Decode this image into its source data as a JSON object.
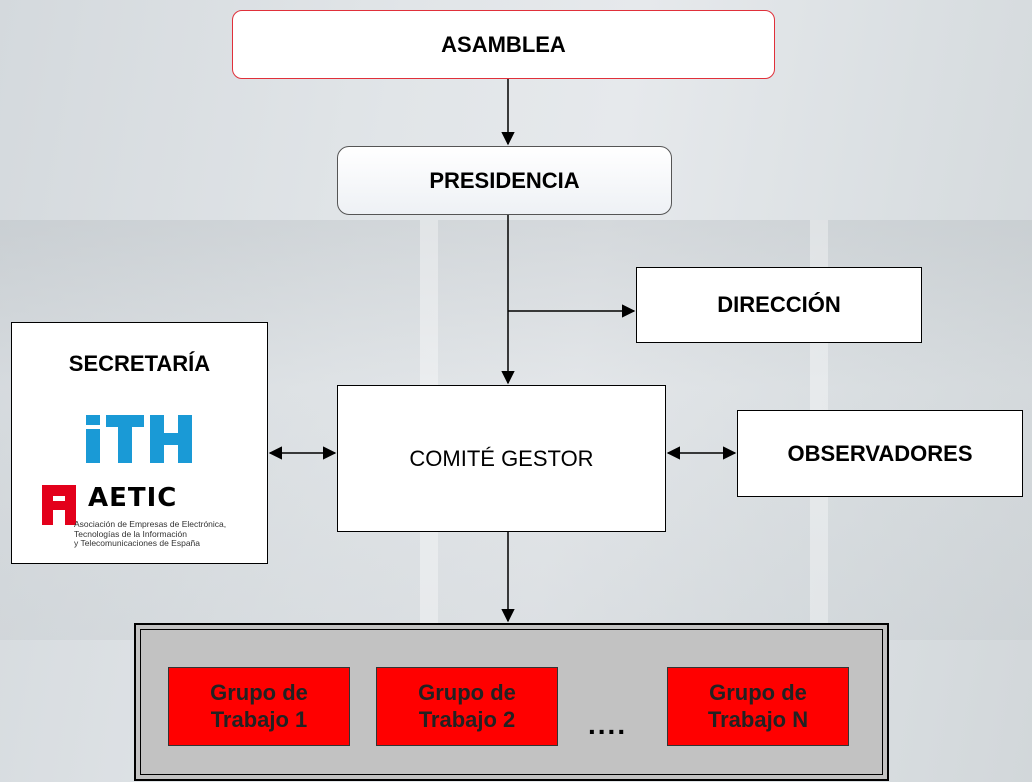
{
  "diagram": {
    "asamblea": "ASAMBLEA",
    "presidencia": "PRESIDENCIA",
    "direccion": "DIRECCIÓN",
    "comite": "COMITÉ GESTOR",
    "observadores": "OBSERVADORES",
    "secretaria": {
      "title": "SECRETARÍA",
      "logo_ith": "iTH",
      "logo_aetic": "AETIC",
      "aetic_description": "Asociación de Empresas de Electrónica,\nTecnologías de la Información\ny Telecomunicaciones de España"
    },
    "working_groups": {
      "items": [
        "Grupo de\nTrabajo 1",
        "Grupo de\nTrabajo 2",
        "Grupo de\nTrabajo N"
      ],
      "ellipsis": "...."
    }
  },
  "colors": {
    "asamblea_border": "#e0303a",
    "working_group_fill": "#ff0000",
    "working_group_container": "#c2c2c2",
    "ith_blue": "#1a9ad6",
    "aetic_red": "#e3001b"
  }
}
